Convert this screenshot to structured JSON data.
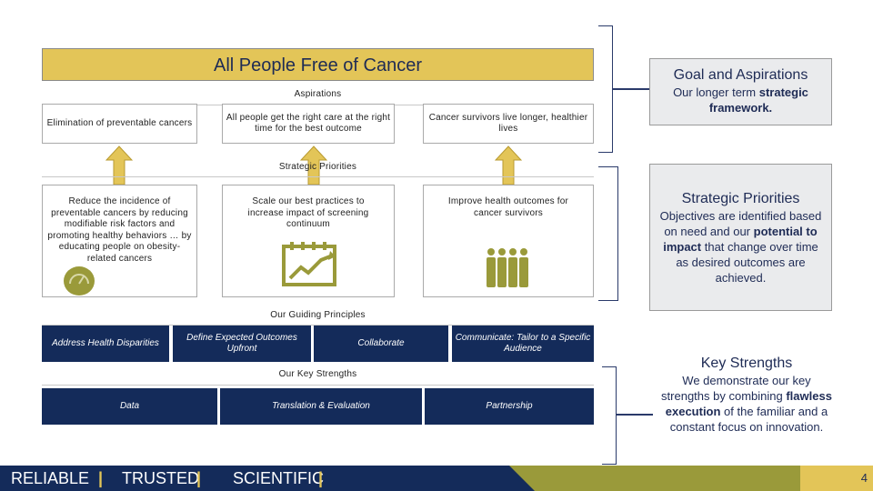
{
  "banner": {
    "title": "All People Free of Cancer"
  },
  "aspirations": {
    "label": "Aspirations",
    "items": [
      "Elimination of preventable cancers",
      "All people get the right care at the right time for the best outcome",
      "Cancer survivors live longer, healthier lives"
    ]
  },
  "strategic": {
    "label": "Strategic Priorities",
    "items": [
      "Reduce the incidence of preventable cancers by reducing modifiable risk factors and promoting healthy behaviors … by educating people on obesity-related cancers",
      "Scale our best practices to increase impact of screening continuum",
      "Improve health outcomes for cancer survivors"
    ]
  },
  "principles": {
    "label": "Our Guiding Principles",
    "items": [
      "Address Health Disparities",
      "Define Expected Outcomes Upfront",
      "Collaborate",
      "Communicate: Tailor to a Specific Audience"
    ]
  },
  "strengths": {
    "label": "Our Key Strengths",
    "items": [
      "Data",
      "Translation & Evaluation",
      "Partnership"
    ]
  },
  "side": {
    "goal": {
      "title": "Goal and Aspirations",
      "body_pre": "Our longer term ",
      "body_bold": "strategic framework.",
      "body_post": ""
    },
    "priorities": {
      "title": "Strategic Priorities",
      "body_pre": "Objectives are identified based on need and our ",
      "body_bold": "potential to impact",
      "body_post": " that change over time as desired outcomes are achieved."
    },
    "strengths": {
      "title": "Key Strengths",
      "body_pre": "We demonstrate our key strengths by combining ",
      "body_bold": "flawless execution",
      "body_post": " of the familiar and a constant focus on innovation."
    }
  },
  "footer": {
    "word1": "RELIABLE",
    "word2": "TRUSTED",
    "word3": "SCIENTIFIC",
    "page": "4"
  },
  "colors": {
    "navy": "#142b5a",
    "gold": "#e3c558",
    "olive": "#9a9a3a"
  }
}
